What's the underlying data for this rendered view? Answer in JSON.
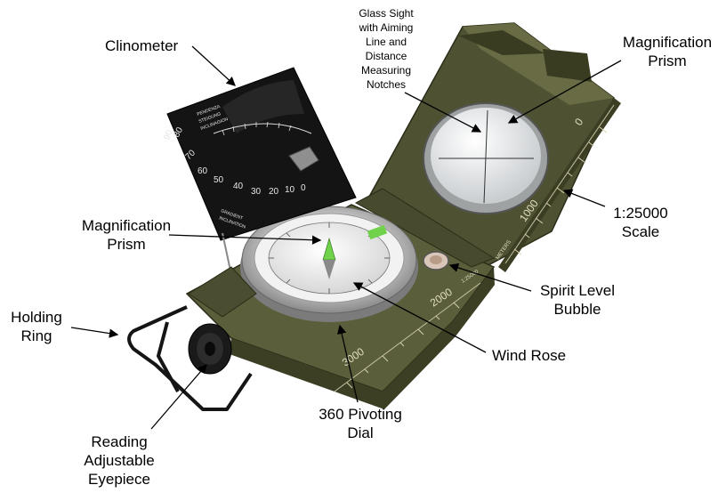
{
  "labels": {
    "clinometer": "Clinometer",
    "glass_sight": [
      "Glass Sight",
      "with Aiming",
      "Line and",
      "Distance",
      "Measuring",
      "Notches"
    ],
    "magnification_prism_top": [
      "Magnification",
      "Prism"
    ],
    "scale_1_25000": [
      "1:25000",
      "Scale"
    ],
    "magnification_prism_left": [
      "Magnification",
      "Prism"
    ],
    "spirit_level_bubble": [
      "Spirit Level",
      "Bubble"
    ],
    "holding_ring": [
      "Holding",
      "Ring"
    ],
    "wind_rose": "Wind Rose",
    "pivoting_dial": [
      "360 Pivoting",
      "Dial"
    ],
    "reading_eyepiece": [
      "Reading",
      "Adjustable",
      "Eyepiece"
    ]
  },
  "clinometer_card": {
    "title_lines": [
      "PENDENZA",
      "STEIGUNG",
      "INCLINAGION"
    ],
    "scale_numbers": [
      "90",
      "80",
      "70",
      "60",
      "50",
      "40",
      "30",
      "20",
      "10",
      "0"
    ],
    "bottom_lines": [
      "GRADIENT",
      "INCLINATION"
    ]
  },
  "lid_scale": {
    "numbers": [
      "0",
      "1000"
    ],
    "unit": "METERS"
  },
  "base_scale": {
    "numbers": [
      "2000",
      "3000"
    ],
    "ratio": "1:25000"
  },
  "colors": {
    "body_olive": "#5b5e3a",
    "body_dark": "#3d3f25",
    "card_black": "#141414",
    "dial_silver": "#c8c8c8",
    "accent_green": "#6fd24a"
  }
}
